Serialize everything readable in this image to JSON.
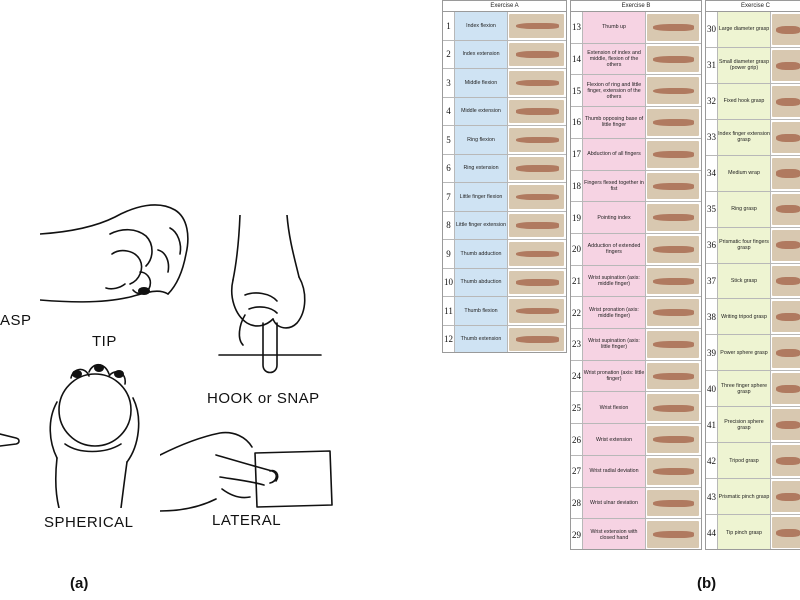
{
  "grasp_types": {
    "tip": "TIP",
    "hook_or_snap": "HOOK or SNAP",
    "spherical": "SPHERICAL",
    "lateral": "LATERAL",
    "grasp_partial": "ASP"
  },
  "panel_labels": {
    "a": "(a)",
    "b": "(b)"
  },
  "exercise_a": {
    "header": "Exercise A",
    "rows": [
      {
        "num": "1",
        "label": "Index flexion"
      },
      {
        "num": "2",
        "label": "Index extension"
      },
      {
        "num": "3",
        "label": "Middle flexion"
      },
      {
        "num": "4",
        "label": "Middle extension"
      },
      {
        "num": "5",
        "label": "Ring flexion"
      },
      {
        "num": "6",
        "label": "Ring extension"
      },
      {
        "num": "7",
        "label": "Little finger flexion"
      },
      {
        "num": "8",
        "label": "Little finger extension"
      },
      {
        "num": "9",
        "label": "Thumb adduction"
      },
      {
        "num": "10",
        "label": "Thumb abduction"
      },
      {
        "num": "11",
        "label": "Thumb flexion"
      },
      {
        "num": "12",
        "label": "Thumb extension"
      }
    ]
  },
  "exercise_b": {
    "header": "Exercise B",
    "rows": [
      {
        "num": "13",
        "label": "Thumb up"
      },
      {
        "num": "14",
        "label": "Extension of index and middle, flexion of the others"
      },
      {
        "num": "15",
        "label": "Flexion of ring and little finger, extension of the others"
      },
      {
        "num": "16",
        "label": "Thumb opposing base of little finger"
      },
      {
        "num": "17",
        "label": "Abduction of all fingers"
      },
      {
        "num": "18",
        "label": "Fingers flexed together in fist"
      },
      {
        "num": "19",
        "label": "Pointing index"
      },
      {
        "num": "20",
        "label": "Adduction of extended fingers"
      },
      {
        "num": "21",
        "label": "Wrist supination (axis: middle finger)"
      },
      {
        "num": "22",
        "label": "Wrist pronation (axis: middle finger)"
      },
      {
        "num": "23",
        "label": "Wrist supination (axis: little finger)"
      },
      {
        "num": "24",
        "label": "Wrist pronation (axis: little finger)"
      },
      {
        "num": "25",
        "label": "Wrist flexion"
      },
      {
        "num": "26",
        "label": "Wrist extension"
      },
      {
        "num": "27",
        "label": "Wrist radial deviation"
      },
      {
        "num": "28",
        "label": "Wrist ulnar deviation"
      },
      {
        "num": "29",
        "label": "Wrist extension with closed hand"
      }
    ]
  },
  "exercise_c": {
    "header": "Exercise C",
    "rows": [
      {
        "num": "30",
        "label": "Large diameter grasp"
      },
      {
        "num": "31",
        "label": "Small diameter grasp (power grip)"
      },
      {
        "num": "32",
        "label": "Fixed hook grasp"
      },
      {
        "num": "33",
        "label": "Index finger extension grasp"
      },
      {
        "num": "34",
        "label": "Medium wrap"
      },
      {
        "num": "35",
        "label": "Ring grasp"
      },
      {
        "num": "36",
        "label": "Prismatic four fingers grasp"
      },
      {
        "num": "37",
        "label": "Stick grasp"
      },
      {
        "num": "38",
        "label": "Writing tripod grasp"
      },
      {
        "num": "39",
        "label": "Power sphere grasp"
      },
      {
        "num": "40",
        "label": "Three finger sphere grasp"
      },
      {
        "num": "41",
        "label": "Precision sphere grasp"
      },
      {
        "num": "42",
        "label": "Tripod grasp"
      },
      {
        "num": "43",
        "label": "Prismatic pinch grasp"
      },
      {
        "num": "44",
        "label": "Tip pinch grasp"
      }
    ]
  },
  "colors": {
    "exercise_a_bg": "#cfe3f3",
    "exercise_b_bg": "#f6d3e3",
    "exercise_c_bg": "#eef4d2",
    "photo_bg": "#d8c8b0",
    "line": "#111111"
  }
}
